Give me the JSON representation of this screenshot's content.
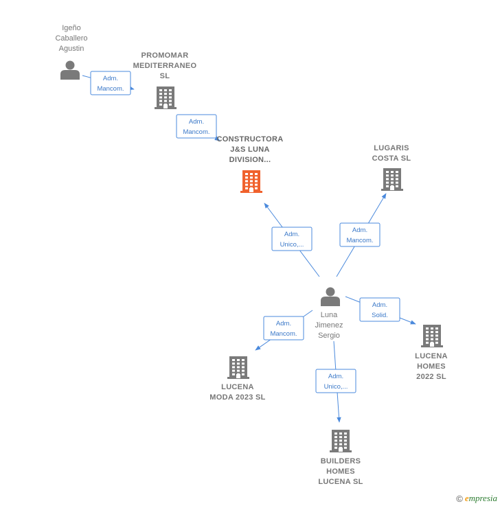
{
  "nodes": [
    {
      "id": "igeno",
      "type": "person",
      "lines": [
        "Igeño",
        "Caballero",
        "Agustin"
      ]
    },
    {
      "id": "promomar",
      "type": "company",
      "lines": [
        "PROMOMAR",
        "MEDITERRANEO",
        "SL"
      ]
    },
    {
      "id": "constructora",
      "type": "company",
      "focus": true,
      "lines": [
        "CONSTRUCTORA",
        "J&S LUNA",
        "DIVISION..."
      ]
    },
    {
      "id": "lugaris",
      "type": "company",
      "lines": [
        "LUGARIS",
        "COSTA  SL"
      ]
    },
    {
      "id": "luna",
      "type": "person",
      "lines": [
        "Luna",
        "Jimenez",
        "Sergio"
      ]
    },
    {
      "id": "lucena_homes",
      "type": "company",
      "lines": [
        "LUCENA",
        "HOMES",
        "2022  SL"
      ]
    },
    {
      "id": "lucena_moda",
      "type": "company",
      "lines": [
        "LUCENA",
        "MODA 2023  SL"
      ]
    },
    {
      "id": "builders",
      "type": "company",
      "lines": [
        "BUILDERS",
        "HOMES",
        "LUCENA  SL"
      ]
    }
  ],
  "edges": [
    {
      "from": "igeno",
      "to": "promomar",
      "label": [
        "Adm.",
        "Mancom."
      ]
    },
    {
      "from": "promomar",
      "to": "constructora",
      "label": [
        "Adm.",
        "Mancom."
      ]
    },
    {
      "from": "luna",
      "to": "constructora",
      "label": [
        "Adm.",
        "Unico,..."
      ]
    },
    {
      "from": "luna",
      "to": "lugaris",
      "label": [
        "Adm.",
        "Mancom."
      ]
    },
    {
      "from": "luna",
      "to": "lucena_homes",
      "label": [
        "Adm.",
        "Solid."
      ]
    },
    {
      "from": "luna",
      "to": "lucena_moda",
      "label": [
        "Adm.",
        "Mancom."
      ]
    },
    {
      "from": "luna",
      "to": "builders",
      "label": [
        "Adm.",
        "Unico,..."
      ]
    }
  ],
  "footer": {
    "copyright": "©",
    "brand_initial": "e",
    "brand_rest": "mpresia"
  },
  "colors": {
    "edge": "#4a89dc",
    "icon": "#7a7a7a",
    "focus_icon": "#f0622d",
    "label": "#777777"
  }
}
